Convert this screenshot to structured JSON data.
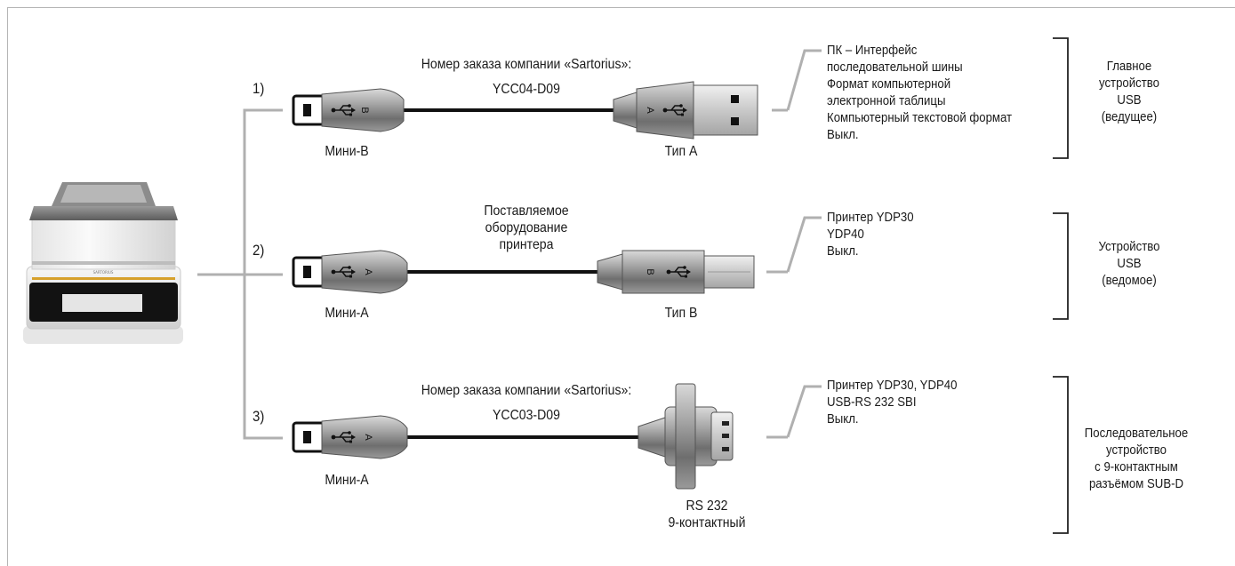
{
  "connections": [
    {
      "number": "1)",
      "order_heading": "Номер заказа компании «Sartorius»:",
      "order_code": "YCC04-D09",
      "left_plug": "Мини-B",
      "right_plug": "Тип A",
      "left_letter": "B",
      "right_letter": "A",
      "menu": [
        "ПК – Интерфейс",
        "последовательной шины",
        "Формат компьютерной",
        "электронной таблицы",
        "Компьютерный текстовой формат",
        "Выкл."
      ],
      "device": [
        "Главное",
        "устройство",
        "USB",
        "(ведущее)"
      ]
    },
    {
      "number": "2)",
      "cable_caption": [
        "Поставляемое",
        "оборудование",
        "принтера"
      ],
      "left_plug": "Мини-A",
      "right_plug": "Тип B",
      "left_letter": "A",
      "right_letter": "B",
      "menu": [
        "Принтер YDP30",
        "YDP40",
        "Выкл."
      ],
      "device": [
        "Устройство",
        "USB",
        "(ведомое)"
      ]
    },
    {
      "number": "3)",
      "order_heading": "Номер заказа компании «Sartorius»:",
      "order_code": "YCC03-D09",
      "left_plug": "Мини-A",
      "right_plug": [
        "RS 232",
        "9-контактный"
      ],
      "left_letter": "A",
      "menu": [
        "Принтер YDP30, YDP40",
        "USB-RS 232 SBI",
        "Выкл."
      ],
      "device": [
        "Последовательное",
        "устройство",
        "с 9-контактным",
        "разъёмом SUB-D"
      ]
    }
  ],
  "balance_brand": "SARTORIUS",
  "colors": {
    "line": "#b0b0b0",
    "cable": "#111111",
    "plug": "#8a8a8a",
    "accent": "#d6a02a"
  }
}
